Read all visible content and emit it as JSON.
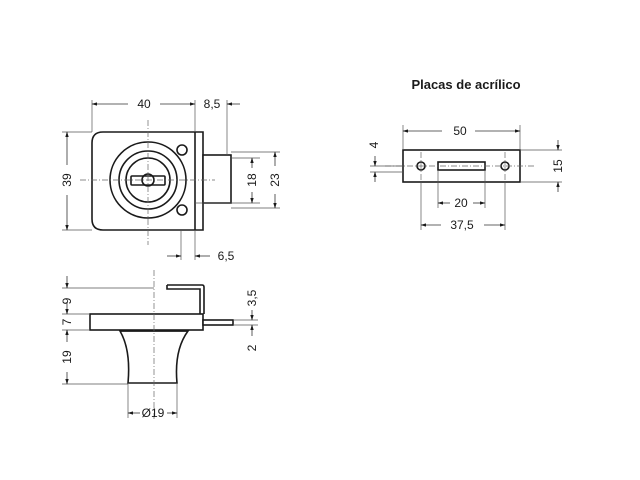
{
  "title": "Placas de acrílico",
  "front_view": {
    "width_label": "40",
    "bolt_offset_label": "8,5",
    "height_label": "39",
    "bolt_height_label": "18",
    "bolt_outer_label": "23",
    "bolt_depth_label": "6,5"
  },
  "side_view": {
    "top_label": "9",
    "plate_label": "7",
    "knob_height_label": "19",
    "knob_diameter_label": "Ø19",
    "bolt_thickness_label": "3,5",
    "bolt_gap_label": "2"
  },
  "acrylic_plate": {
    "width_label": "50",
    "height_label": "15",
    "hole_offset_label": "4",
    "slot_label": "20",
    "hole_spacing_label": "37,5"
  }
}
